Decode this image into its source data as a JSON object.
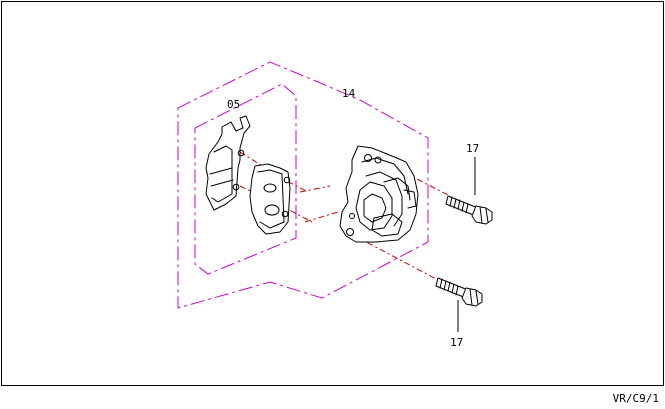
{
  "callouts": {
    "brake_pads": "05",
    "caliper_assembly": "14",
    "bolt_upper": "17",
    "bolt_lower": "17"
  },
  "reference": "VR/C9/1",
  "colors": {
    "line": "#000000",
    "group_boundary": "#d200d2",
    "axis_lines": "#d00000",
    "background": "#ffffff"
  }
}
